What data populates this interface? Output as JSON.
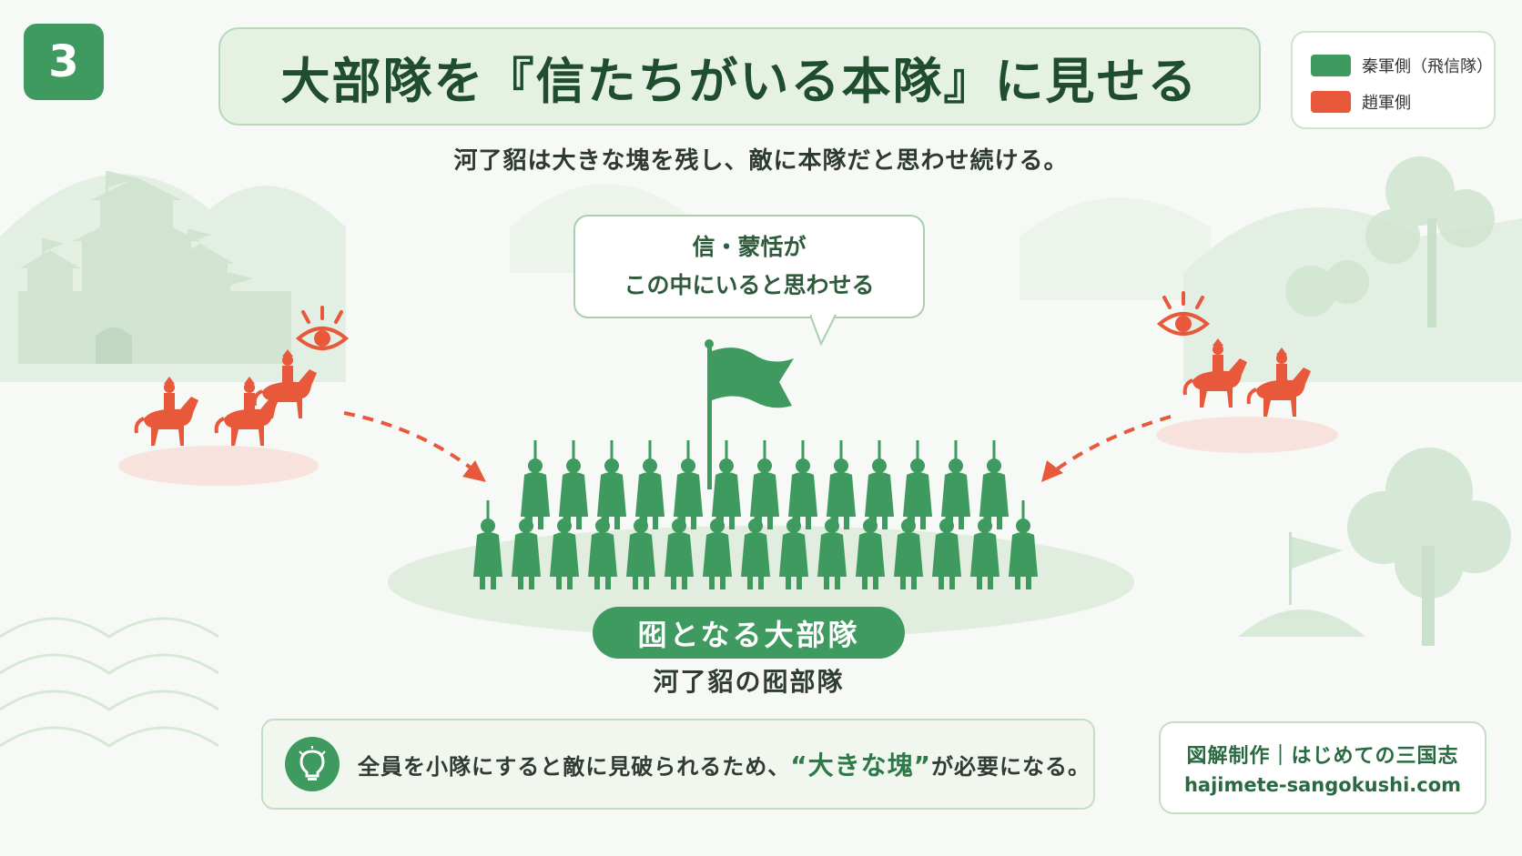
{
  "badge": {
    "number": "3"
  },
  "title": "大部隊を『信たちがいる本隊』に見せる",
  "legend": [
    {
      "label": "秦軍側（飛信隊）",
      "color": "#3f9a60"
    },
    {
      "label": "趙軍側",
      "color": "#e8583b"
    }
  ],
  "subtitle": "河了貂は大きな塊を残し、敵に本隊だと思わせ続ける。",
  "bubble": {
    "line1": "信・蒙恬が",
    "line2": "この中にいると思わせる"
  },
  "center": {
    "pill": "囮となる大部隊",
    "caption": "河了貂の囮部隊"
  },
  "tip": {
    "before": "全員を小隊にすると敵に見破られるため、",
    "emphasis": "“大きな塊”",
    "after": "が必要になる。"
  },
  "credit": {
    "title": "図解制作｜はじめての三国志",
    "url": "hajimete-sangokushi.com"
  },
  "colors": {
    "qin": "#3f9a60",
    "zhao": "#e8583b"
  },
  "icons": [
    "eye-icon",
    "lightbulb-icon",
    "flag-icon"
  ]
}
